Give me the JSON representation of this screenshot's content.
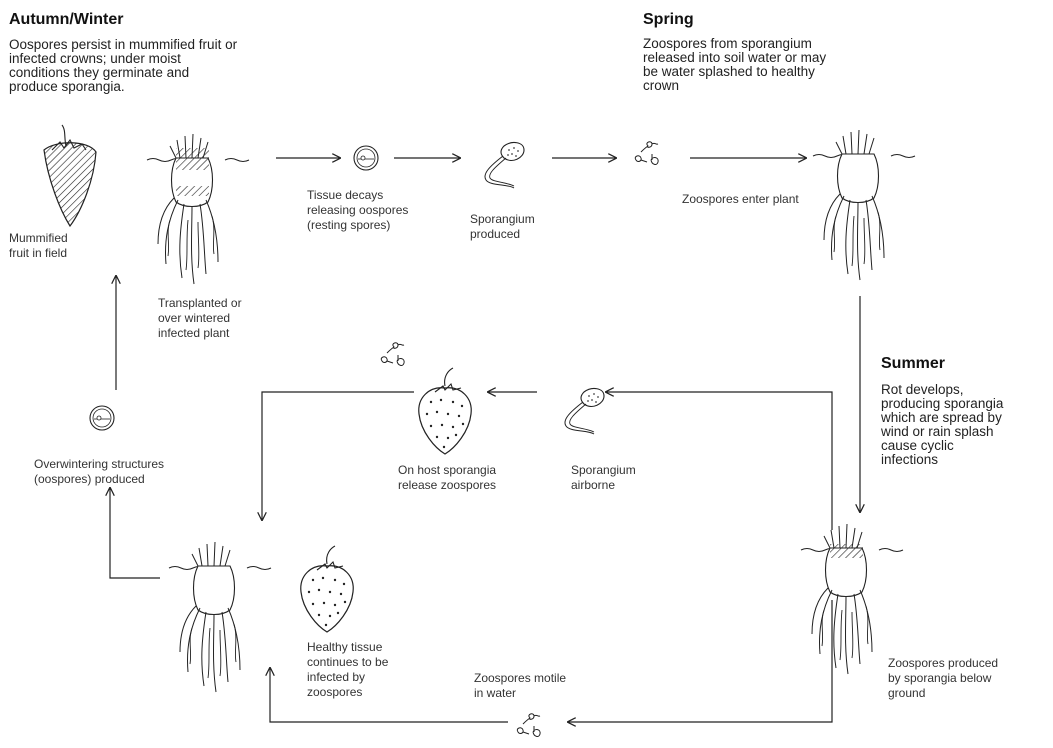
{
  "seasons": {
    "autumn_winter": {
      "title": "Autumn/Winter",
      "description_lines": [
        "Oospores persist in mummified fruit or",
        "infected crowns; under moist",
        "conditions they germinate and",
        "produce sporangia."
      ]
    },
    "spring": {
      "title": "Spring",
      "description_lines": [
        "Zoospores from sporangium",
        "released into soil water or may",
        "be water splashed to healthy",
        "crown"
      ]
    },
    "summer": {
      "title": "Summer",
      "description_lines": [
        "Rot develops,",
        "producing sporangia",
        "which are spread by",
        "wind or rain splash",
        "cause cyclic",
        "infections"
      ]
    }
  },
  "labels": {
    "mummified_fruit": [
      "Mummified",
      "fruit in field"
    ],
    "transplanted": [
      "Transplanted or",
      "over wintered",
      "infected plant"
    ],
    "tissue_decays": [
      "Tissue decays",
      "releasing oospores",
      "(resting spores)"
    ],
    "sporangium_produced": [
      "Sporangium",
      "produced"
    ],
    "zoospores_enter": [
      "Zoospores enter plant"
    ],
    "overwintering": [
      "Overwintering structures",
      "(oospores) produced"
    ],
    "on_host": [
      "On host sporangia",
      "release zoospores"
    ],
    "sporangium_airborne": [
      "Sporangium",
      "airborne"
    ],
    "healthy_tissue": [
      "Healthy tissue",
      "continues to be",
      "infected by",
      "zoospores"
    ],
    "zoospores_motile": [
      "Zoospores motile",
      "in water"
    ],
    "zoospores_produced": [
      "Zoospores produced",
      "by sporangia below",
      "ground"
    ]
  },
  "colors": {
    "line": "#222222",
    "text": "#333333"
  }
}
